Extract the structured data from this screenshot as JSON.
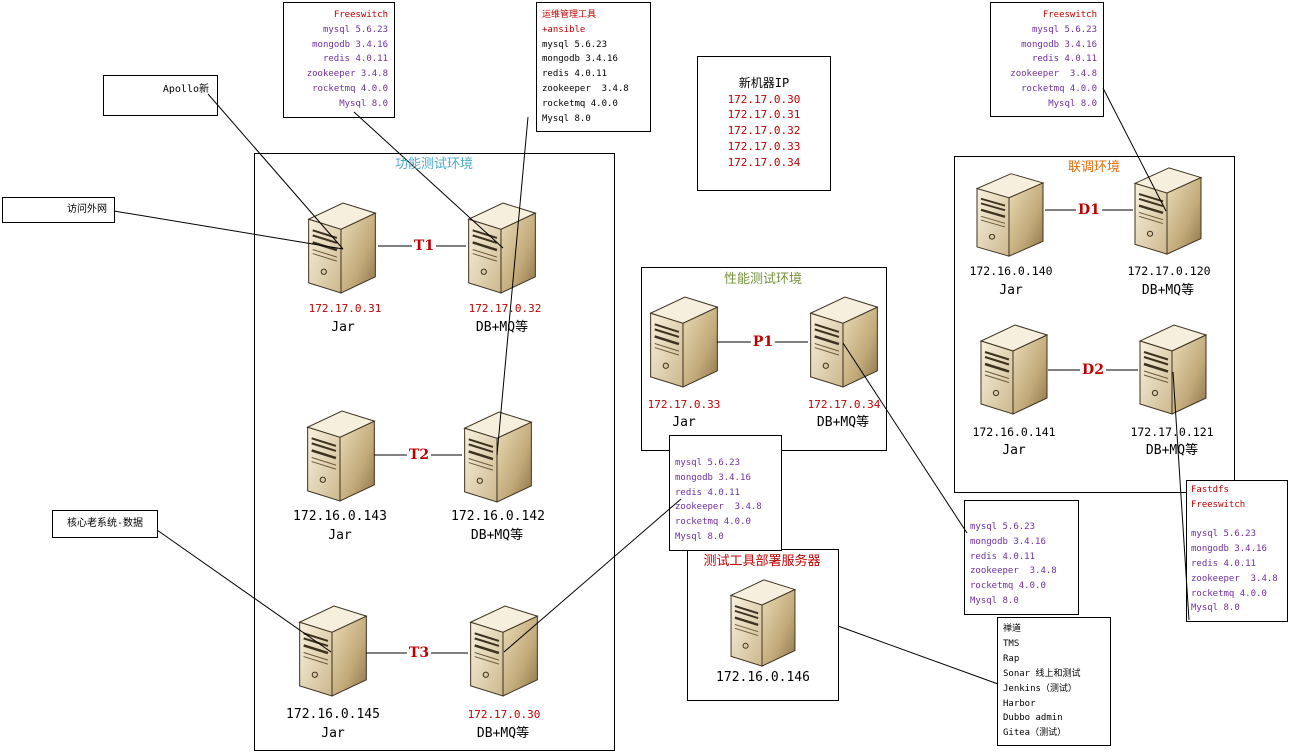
{
  "colors": {
    "red": "#c00000",
    "purple": "#7030a0",
    "func_title": "#4bacc6",
    "perf_title": "#77933c",
    "joint_title": "#e46c0a"
  },
  "callouts": {
    "apollo": "Apollo新",
    "internet": "访问外网",
    "legacy": "核心老系统-数据"
  },
  "notes": {
    "func_db": {
      "header": "Freeswitch",
      "items": [
        "mysql 5.6.23",
        "mongodb 3.4.16",
        "redis 4.0.11",
        "zookeeper 3.4.8",
        "rocketmq 4.0.0",
        "Mysql 8.0"
      ]
    },
    "ops_tools": {
      "header": [
        "运维管理工具",
        "+ansible"
      ],
      "items": [
        "mysql 5.6.23",
        "mongodb 3.4.16",
        "redis 4.0.11",
        "zookeeper  3.4.8",
        "rocketmq 4.0.0",
        "Mysql 8.0"
      ]
    },
    "new_ips": {
      "title": "新机器IP",
      "ips": [
        "172.17.0.30",
        "172.17.0.31",
        "172.17.0.32",
        "172.17.0.33",
        "172.17.0.34"
      ]
    },
    "joint_db": {
      "header": "Freeswitch",
      "items": [
        "mysql 5.6.23",
        "mongodb 3.4.16",
        "redis 4.0.11",
        "zookeeper  3.4.8",
        "rocketmq 4.0.0",
        "Mysql 8.0"
      ]
    },
    "perf_db": {
      "items": [
        "mysql 5.6.23",
        "mongodb 3.4.16",
        "redis 4.0.11",
        "zookeeper  3.4.8",
        "rocketmq 4.0.0",
        "Mysql 8.0"
      ]
    },
    "perf_db_34": {
      "items": [
        "mysql 5.6.23",
        "mongodb 3.4.16",
        "redis 4.0.11",
        "zookeeper  3.4.8",
        "rocketmq 4.0.0",
        "Mysql 8.0"
      ]
    },
    "tools": {
      "items": [
        "禅道",
        "TMS",
        "Rap",
        "Sonar 线上和测试",
        "Jenkins（测试）",
        "Harbor",
        "Dubbo admin",
        "Gitea（测试）"
      ]
    },
    "joint_db_121": {
      "header": [
        "Fastdfs",
        "Freeswitch"
      ],
      "items": [
        "mysql 5.6.23",
        "mongodb 3.4.16",
        "redis 4.0.11",
        "zookeeper  3.4.8",
        "rocketmq 4.0.0",
        "Mysql 8.0"
      ]
    }
  },
  "envs": {
    "func": {
      "title": "功能测试环境",
      "links": [
        {
          "label": "T1",
          "app": {
            "ip": "172.17.0.31",
            "role": "Jar"
          },
          "db": {
            "ip": "172.17.0.32",
            "role": "DB+MQ等"
          }
        },
        {
          "label": "T2",
          "app": {
            "ip": "172.16.0.143",
            "role": "Jar"
          },
          "db": {
            "ip": "172.16.0.142",
            "role": "DB+MQ等"
          }
        },
        {
          "label": "T3",
          "app": {
            "ip": "172.16.0.145",
            "role": "Jar"
          },
          "db": {
            "ip": "172.17.0.30",
            "role": "DB+MQ等"
          }
        }
      ]
    },
    "perf": {
      "title": "性能测试环境",
      "links": [
        {
          "label": "P1",
          "app": {
            "ip": "172.17.0.33",
            "role": "Jar"
          },
          "db": {
            "ip": "172.17.0.34",
            "role": "DB+MQ等"
          }
        }
      ]
    },
    "joint": {
      "title": "联调环境",
      "links": [
        {
          "label": "D1",
          "app": {
            "ip": "172.16.0.140",
            "role": "Jar"
          },
          "db": {
            "ip": "172.17.0.120",
            "role": "DB+MQ等"
          }
        },
        {
          "label": "D2",
          "app": {
            "ip": "172.16.0.141",
            "role": "Jar"
          },
          "db": {
            "ip": "172.17.0.121",
            "role": "DB+MQ等"
          }
        }
      ]
    },
    "tools_server": {
      "title": "测试工具部署服务器",
      "ip": "172.16.0.146"
    }
  }
}
